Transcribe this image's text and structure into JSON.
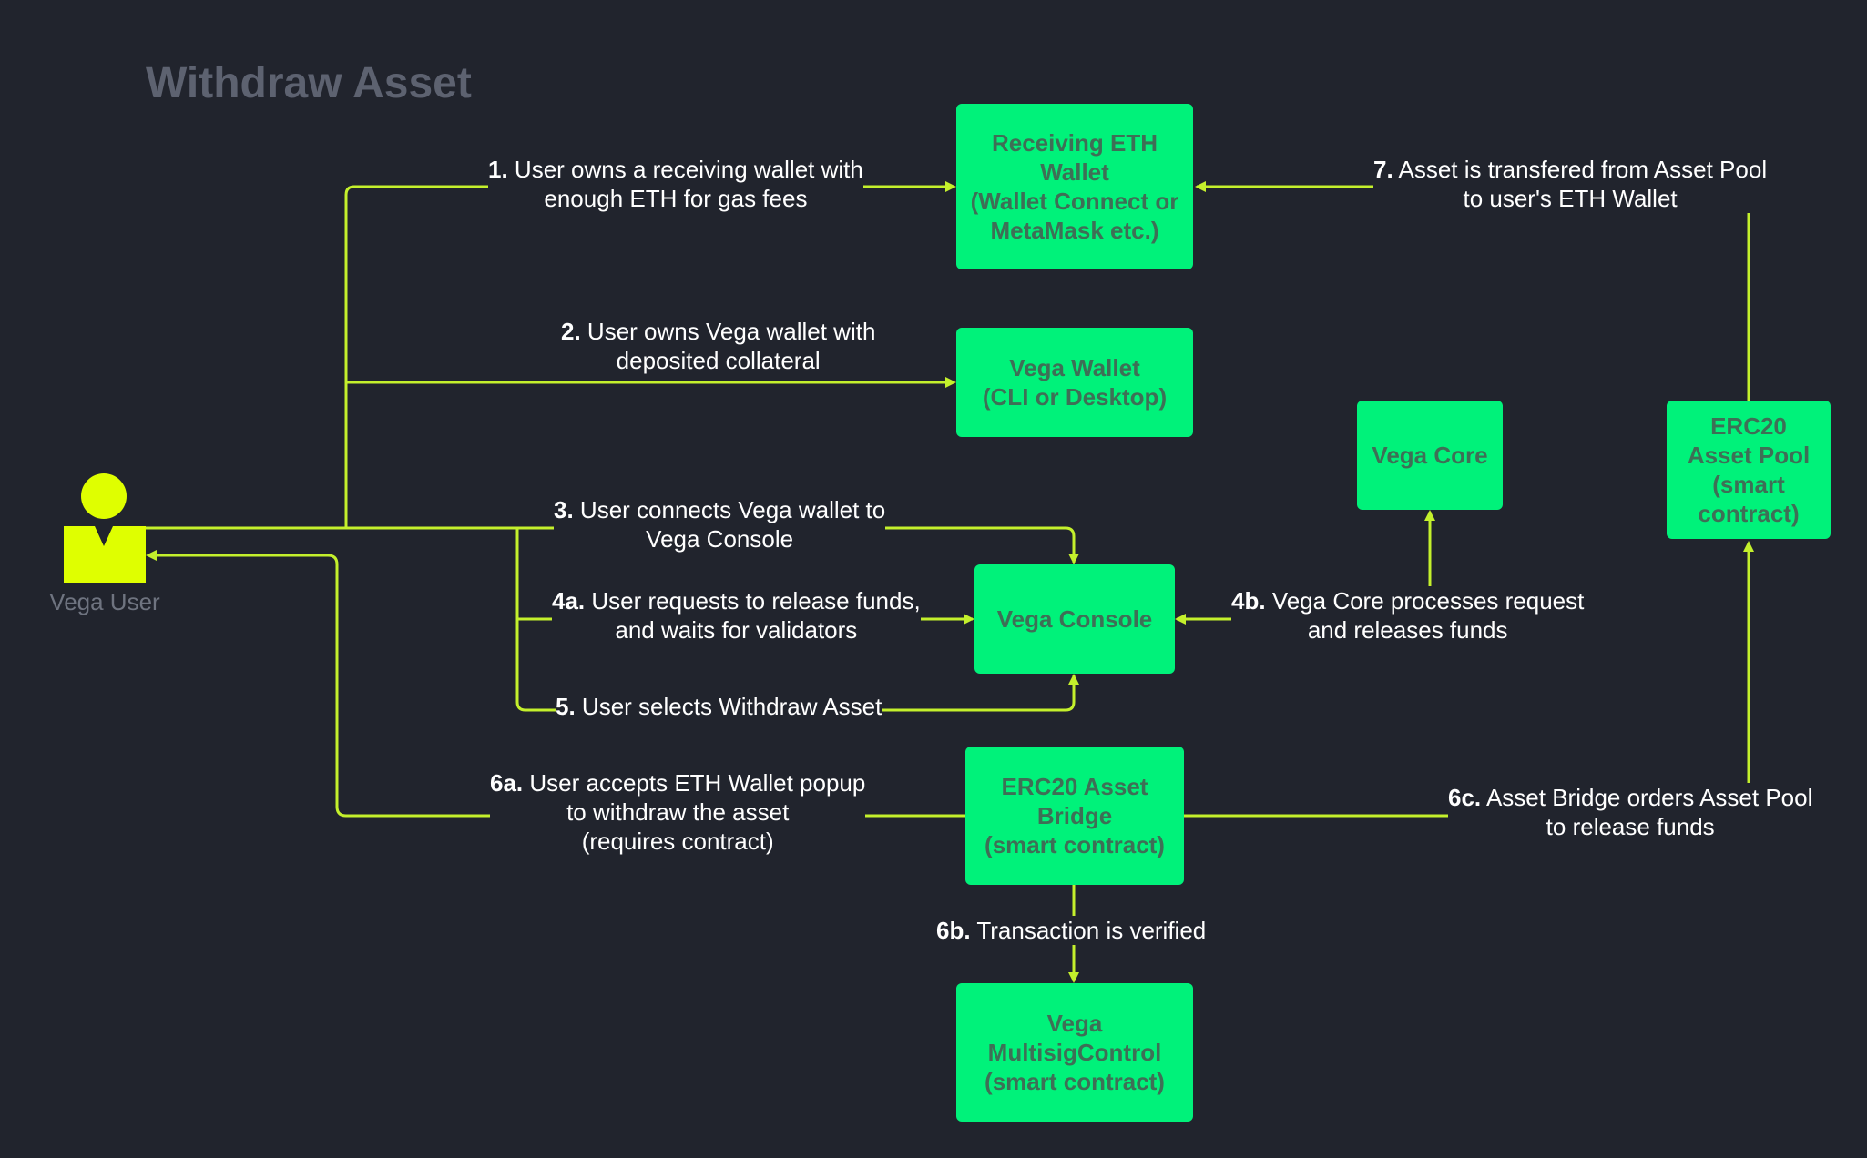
{
  "title": "Withdraw Asset",
  "colors": {
    "background": "#21242d",
    "box": "#00f27a",
    "box_text": "#3e6f56",
    "arrow": "#c4f02c",
    "user": "#dfff00",
    "title": "#5d6270"
  },
  "actor": {
    "name": "Vega User",
    "icon": "person-icon"
  },
  "boxes": {
    "receiving_eth_wallet": "Receiving ETH\nWallet\n(Wallet Connect or\nMetaMask etc.)",
    "vega_wallet": "Vega Wallet\n(CLI or Desktop)",
    "vega_core": "Vega Core",
    "erc20_asset_pool": "ERC20\nAsset Pool\n(smart\ncontract)",
    "vega_console": "Vega Console",
    "erc20_asset_bridge": "ERC20 Asset\nBridge\n(smart contract)",
    "vega_multisig": "Vega\nMultisigControl\n(smart contract)"
  },
  "steps": {
    "s1": {
      "num": "1.",
      "line1": "User owns a receiving wallet with",
      "line2": "enough ETH for gas fees"
    },
    "s2": {
      "num": "2.",
      "line1": "User owns Vega wallet with",
      "line2": "deposited collateral"
    },
    "s3": {
      "num": "3.",
      "line1": "User connects Vega wallet to",
      "line2": "Vega Console"
    },
    "s4a": {
      "num": "4a.",
      "line1": "User requests to release funds,",
      "line2": "and waits for validators"
    },
    "s4b": {
      "num": "4b.",
      "line1": "Vega Core processes request",
      "line2": "and releases funds"
    },
    "s5": {
      "num": "5.",
      "line1": "User selects Withdraw Asset"
    },
    "s6a": {
      "num": "6a.",
      "line1": "User accepts ETH Wallet popup",
      "line2": "to withdraw the asset",
      "line3": "(requires contract)"
    },
    "s6b": {
      "num": "6b.",
      "line1": "Transaction is verified"
    },
    "s6c": {
      "num": "6c.",
      "line1": "Asset Bridge orders Asset Pool",
      "line2": "to release funds"
    },
    "s7": {
      "num": "7.",
      "line1": "Asset is transfered from Asset Pool",
      "line2": "to user's ETH Wallet"
    }
  }
}
